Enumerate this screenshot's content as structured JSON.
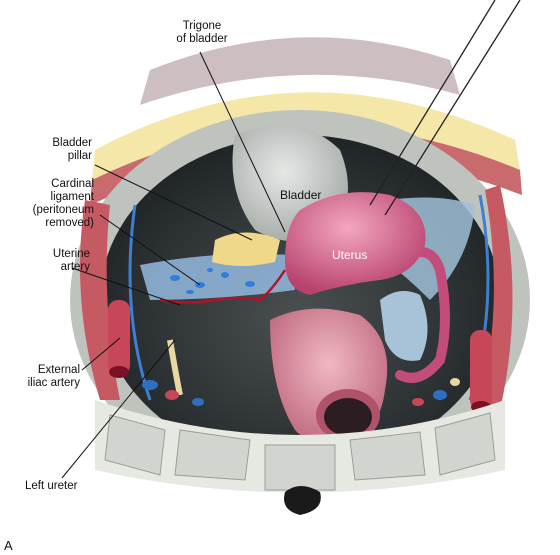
{
  "figure": {
    "panel_letter": "A",
    "labels": {
      "trigone": "Trigone\nof bladder",
      "bladder_pillar": "Bladder\npillar",
      "cardinal_ligament": "Cardinal\nligament\n(peritoneum\nremoved)",
      "uterine_artery": "Uterine\nartery",
      "external_iliac_artery": "External\niliac artery",
      "left_ureter": "Left ureter",
      "bladder": "Bladder",
      "uterus": "Uterus"
    }
  }
}
